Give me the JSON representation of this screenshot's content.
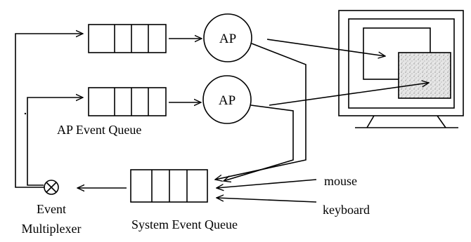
{
  "diagram": {
    "processes": [
      {
        "id": "ap-top",
        "label": "AP"
      },
      {
        "id": "ap-bottom",
        "label": "AP"
      }
    ],
    "labels": {
      "ap_event_queue": "AP Event Queue",
      "system_event_queue": "System Event Queue",
      "event_multiplexer_line1": "Event",
      "event_multiplexer_line2": "Multiplexer",
      "mouse": "mouse",
      "keyboard": "keyboard"
    },
    "colors": {
      "ink": "#000000",
      "screen_window_fill": "#d9d9d9",
      "background": "#ffffff"
    },
    "icons": [
      "multiplexer-cross-icon",
      "monitor-icon"
    ]
  }
}
